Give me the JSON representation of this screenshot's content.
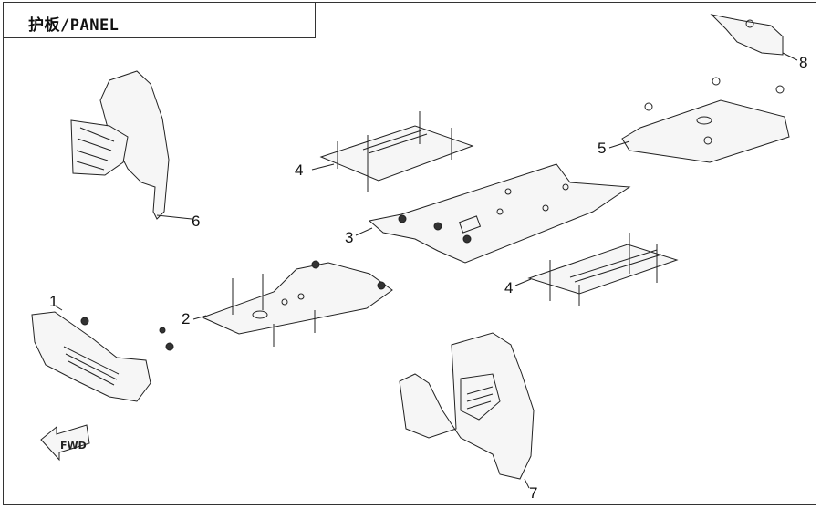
{
  "title": "护板/PANEL",
  "fwd_label": "FWD",
  "callouts": [
    "1",
    "2",
    "3",
    "4",
    "4",
    "5",
    "6",
    "7",
    "8"
  ],
  "colors": {
    "line": "#222222",
    "background": "#ffffff"
  }
}
